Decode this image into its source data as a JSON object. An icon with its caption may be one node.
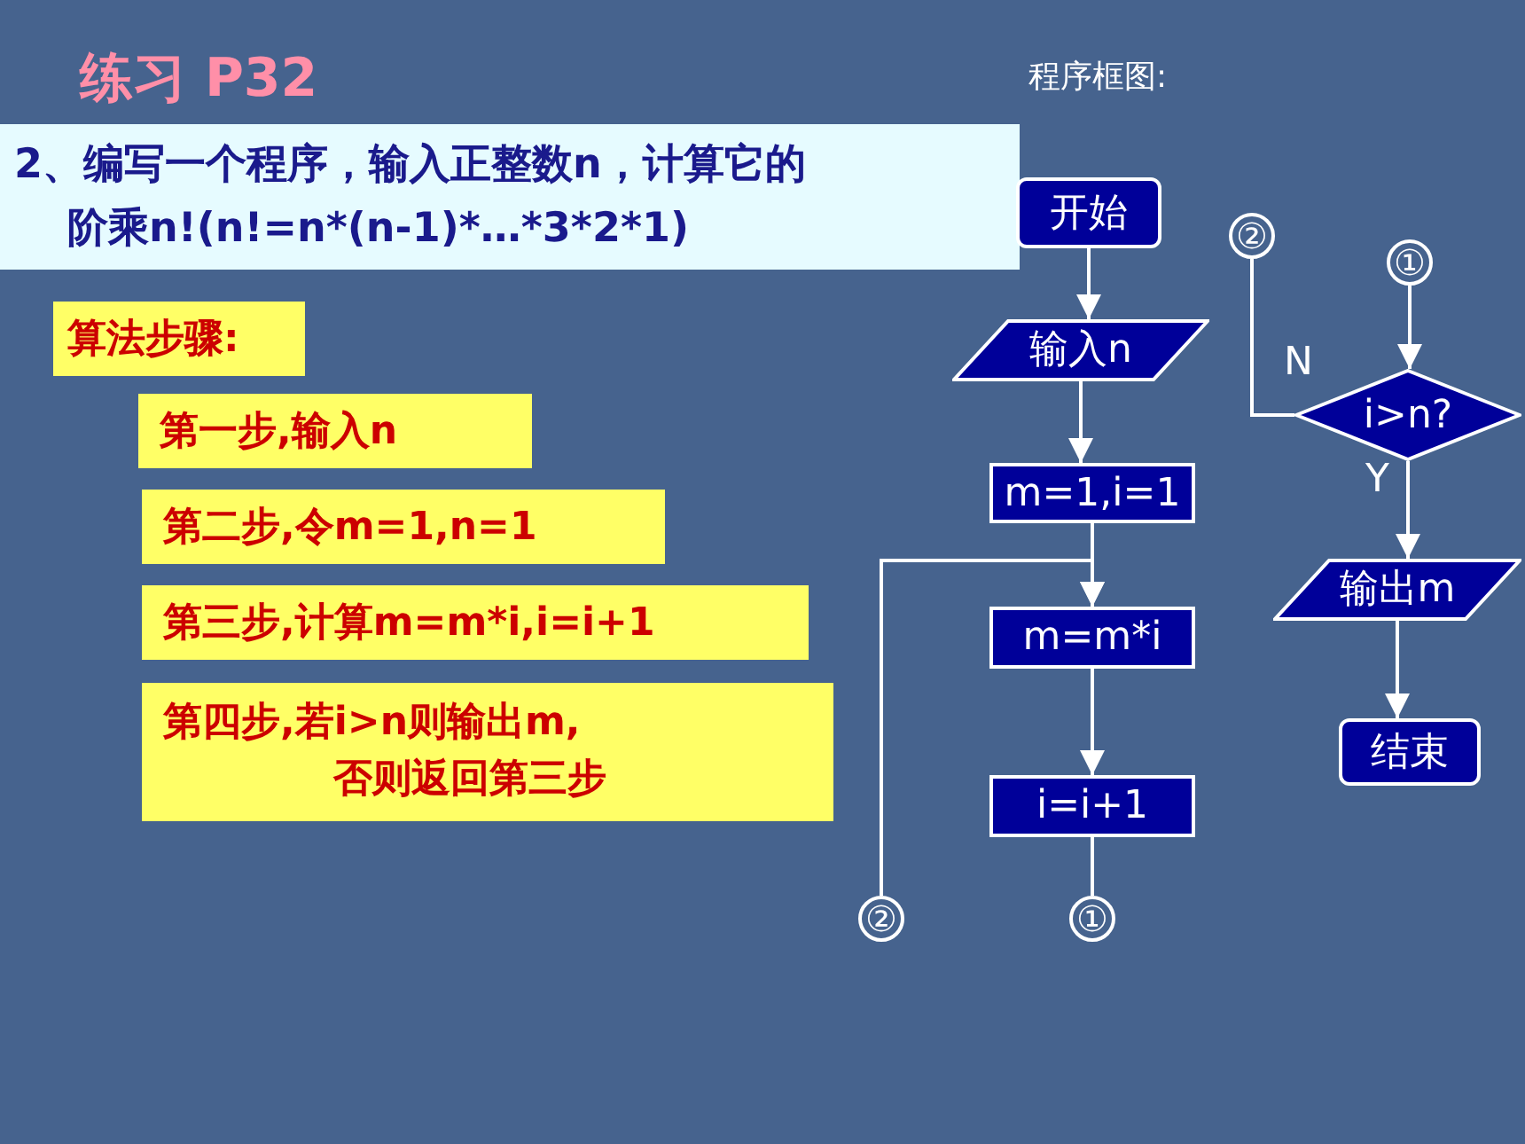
{
  "diagram": {
    "title": "练习 P32",
    "nodes": [
      {
        "text": [
          "2、编写一个程序，输入正整数n，计算它的阶乘n!(n!=n*(n-1)*…*3*2*1)"
        ]
      },
      {
        "text": [
          "算法步骤:"
        ]
      },
      {
        "text": [
          "第一步,输入n"
        ]
      },
      {
        "text": [
          "第二步,令m=1,n=1"
        ]
      },
      {
        "text": [
          "第三步,计算m=m*i,i=i+1"
        ]
      },
      {
        "text": [
          "第四步,若i>n则输出m, 否则返回第三步"
        ]
      },
      {
        "text": [
          "开始"
        ]
      },
      {
        "text": [
          "输入n"
        ]
      },
      {
        "text": [
          "m=1,i=1"
        ]
      },
      {
        "text": [
          "m=m*i"
        ]
      },
      {
        "text": [
          "i=i+1"
        ]
      },
      {
        "text": [
          "②"
        ]
      },
      {
        "text": [
          "①"
        ]
      },
      {
        "text": [
          "②"
        ]
      },
      {
        "text": [
          "①"
        ]
      },
      {
        "text": [
          "i>n?"
        ]
      },
      {
        "text": [
          "输出m"
        ]
      },
      {
        "text": [
          "结束"
        ]
      }
    ],
    "edges": [
      {
        "from": 6,
        "to": 7,
        "arrow": "to"
      },
      {
        "from": 7,
        "to": 8,
        "arrow": "to"
      },
      {
        "from": 8,
        "to": 9,
        "arrow": "to"
      },
      {
        "from": 11,
        "to": 9,
        "arrow": "to"
      },
      {
        "from": 9,
        "to": 10,
        "arrow": "to"
      },
      {
        "from": 10,
        "to": 12,
        "arrow": "none"
      },
      {
        "from": 14,
        "to": 15,
        "arrow": "to"
      },
      {
        "from": 15,
        "to": 13,
        "arrow": "none",
        "label": "N"
      },
      {
        "from": 15,
        "to": 16,
        "arrow": "to",
        "label": "Y"
      },
      {
        "from": 16,
        "to": 17,
        "arrow": "to"
      }
    ],
    "labels": [
      "程序框图:"
    ]
  }
}
